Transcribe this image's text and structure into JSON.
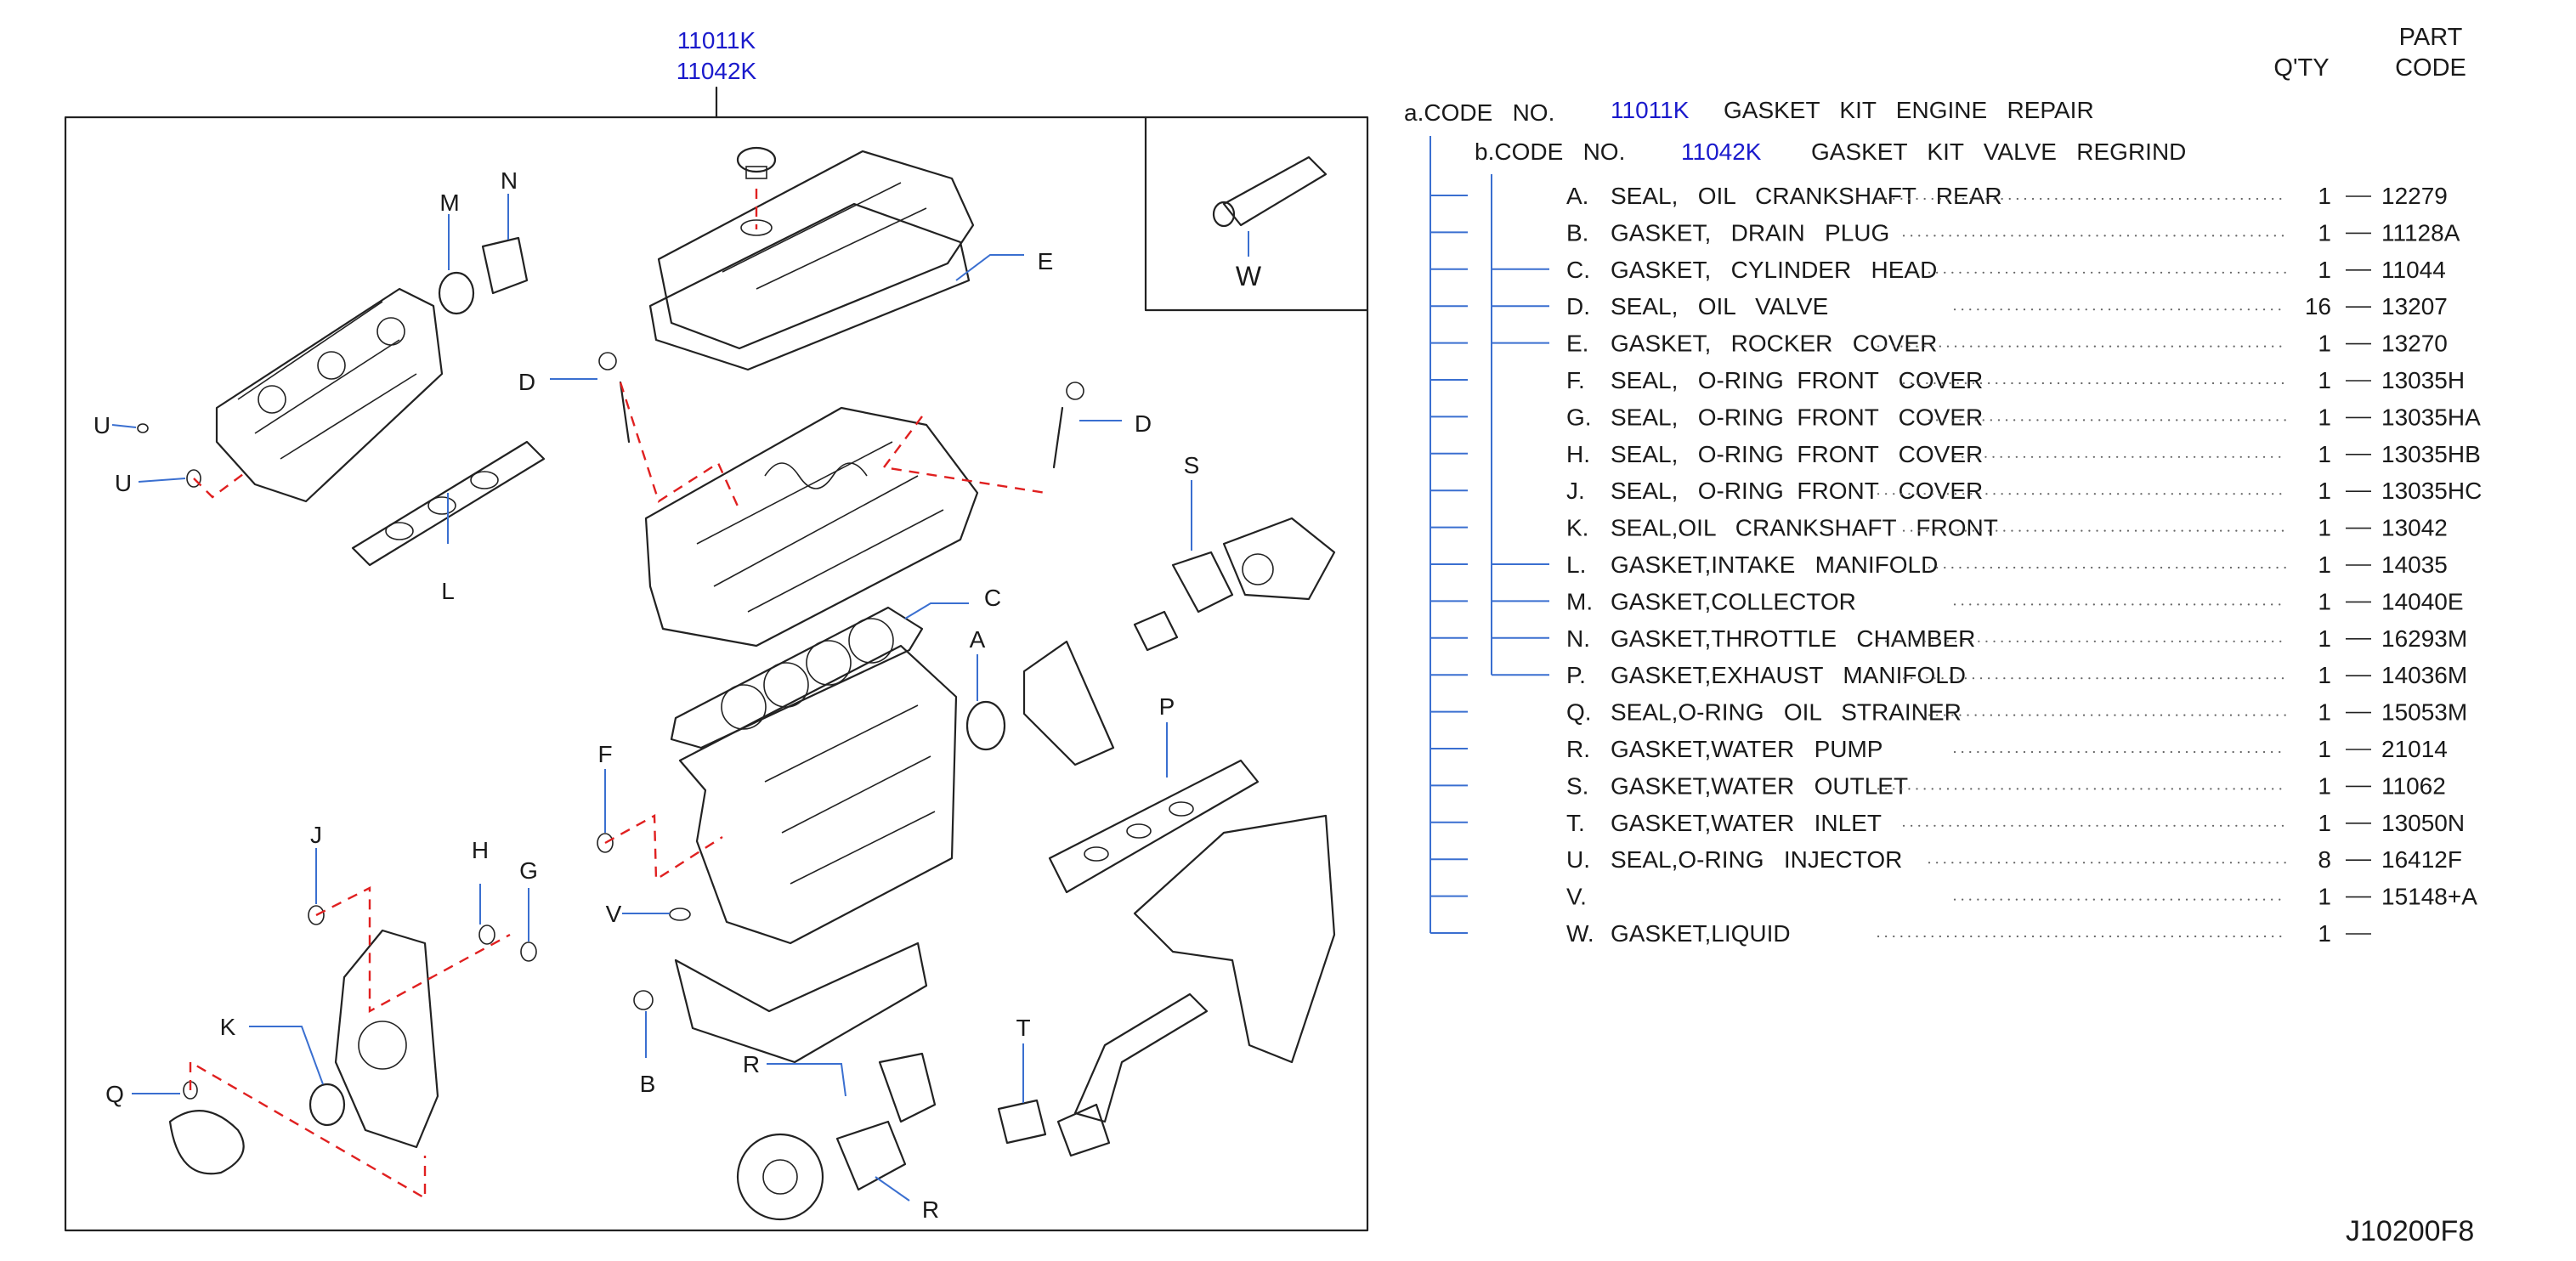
{
  "top_codes": [
    "11011K",
    "11042K"
  ],
  "headers": {
    "qty": "Q'TY",
    "part_code_1": "PART",
    "part_code_2": "CODE"
  },
  "kits": [
    {
      "prefix": "a.CODE   NO.",
      "code": "11011K",
      "desc": "GASKET   KIT   ENGINE   REPAIR"
    },
    {
      "prefix": "b.CODE   NO.",
      "code": "11042K",
      "desc": "GASKET   KIT   VALVE   REGRIND"
    }
  ],
  "parts": [
    {
      "letter": "A.",
      "desc": "SEAL,   OIL   CRANKSHAFT   REAR",
      "qty": "1",
      "code": "12279",
      "in_b": false
    },
    {
      "letter": "B.",
      "desc": "GASKET,   DRAIN   PLUG",
      "qty": "1",
      "code": "11128A",
      "in_b": false
    },
    {
      "letter": "C.",
      "desc": "GASKET,   CYLINDER   HEAD",
      "qty": "1",
      "code": "11044",
      "in_b": true
    },
    {
      "letter": "D.",
      "desc": "SEAL,   OIL   VALVE",
      "qty": "16",
      "code": "13207",
      "in_b": true
    },
    {
      "letter": "E.",
      "desc": "GASKET,   ROCKER   COVER",
      "qty": "1",
      "code": "13270",
      "in_b": true
    },
    {
      "letter": "F.",
      "desc": "SEAL,   O-RING  FRONT   COVER",
      "qty": "1",
      "code": "13035H",
      "in_b": false
    },
    {
      "letter": "G.",
      "desc": "SEAL,   O-RING  FRONT   COVER",
      "qty": "1",
      "code": "13035HA",
      "in_b": false
    },
    {
      "letter": "H.",
      "desc": "SEAL,   O-RING  FRONT   COVER",
      "qty": "1",
      "code": "13035HB",
      "in_b": false
    },
    {
      "letter": "J.",
      "desc": "SEAL,   O-RING  FRONT   COVER",
      "qty": "1",
      "code": "13035HC",
      "in_b": false
    },
    {
      "letter": "K.",
      "desc": "SEAL,OIL   CRANKSHAFT   FRONT",
      "qty": "1",
      "code": "13042",
      "in_b": false
    },
    {
      "letter": "L.",
      "desc": "GASKET,INTAKE   MANIFOLD",
      "qty": "1",
      "code": "14035",
      "in_b": true
    },
    {
      "letter": "M.",
      "desc": "GASKET,COLLECTOR",
      "qty": "1",
      "code": "14040E",
      "in_b": true
    },
    {
      "letter": "N.",
      "desc": "GASKET,THROTTLE   CHAMBER",
      "qty": "1",
      "code": "16293M",
      "in_b": true
    },
    {
      "letter": "P.",
      "desc": "GASKET,EXHAUST   MANIFOLD",
      "qty": "1",
      "code": "14036M",
      "in_b": true
    },
    {
      "letter": "Q.",
      "desc": "SEAL,O-RING   OIL   STRAINER",
      "qty": "1",
      "code": "15053M",
      "in_b": false
    },
    {
      "letter": "R.",
      "desc": "GASKET,WATER   PUMP",
      "qty": "1",
      "code": "21014",
      "in_b": false
    },
    {
      "letter": "S.",
      "desc": "GASKET,WATER   OUTLET",
      "qty": "1",
      "code": "11062",
      "in_b": false
    },
    {
      "letter": "T.",
      "desc": "GASKET,WATER   INLET",
      "qty": "1",
      "code": "13050N",
      "in_b": false
    },
    {
      "letter": "U.",
      "desc": "SEAL,O-RING   INJECTOR",
      "qty": "8",
      "code": "16412F",
      "in_b": false
    },
    {
      "letter": "V.",
      "desc": "",
      "qty": "1",
      "code": "15148+A",
      "in_b": false
    },
    {
      "letter": "W.",
      "desc": "GASKET,LIQUID",
      "qty": "1",
      "code": "",
      "in_b": false
    }
  ],
  "diagram_labels": [
    "A",
    "B",
    "C",
    "D",
    "D",
    "E",
    "F",
    "G",
    "H",
    "J",
    "K",
    "L",
    "M",
    "N",
    "P",
    "Q",
    "R",
    "R",
    "S",
    "T",
    "U",
    "U",
    "V",
    "W"
  ],
  "ref_code": "J10200F8"
}
